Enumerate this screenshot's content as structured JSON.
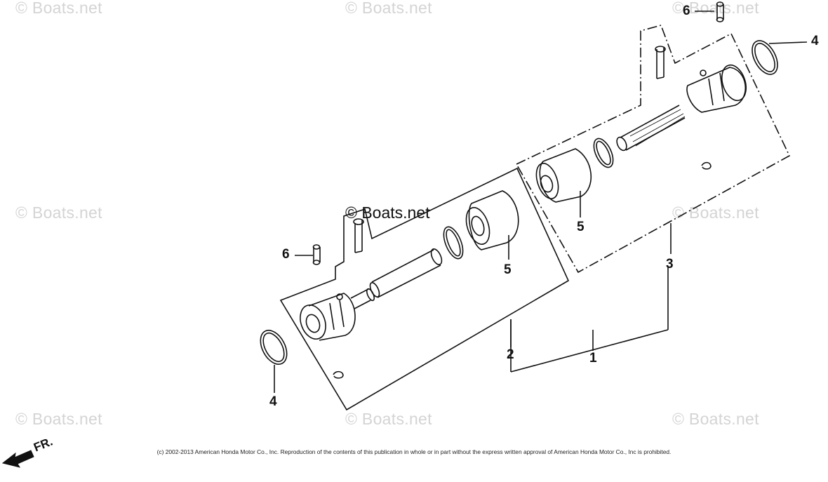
{
  "watermark": "© Boats.net",
  "callouts": {
    "c1": "1",
    "c2": "2",
    "c3": "3",
    "c4a": "4",
    "c4b": "4",
    "c5a": "5",
    "c5b": "5",
    "c6a": "6",
    "c6b": "6"
  },
  "direction_label": "FR.",
  "copyright": "(c) 2002-2013 American Honda Motor Co., Inc. Reproduction of the contents of this publication in whole or in part without the express written approval of American Honda Motor Co., Inc is prohibited."
}
